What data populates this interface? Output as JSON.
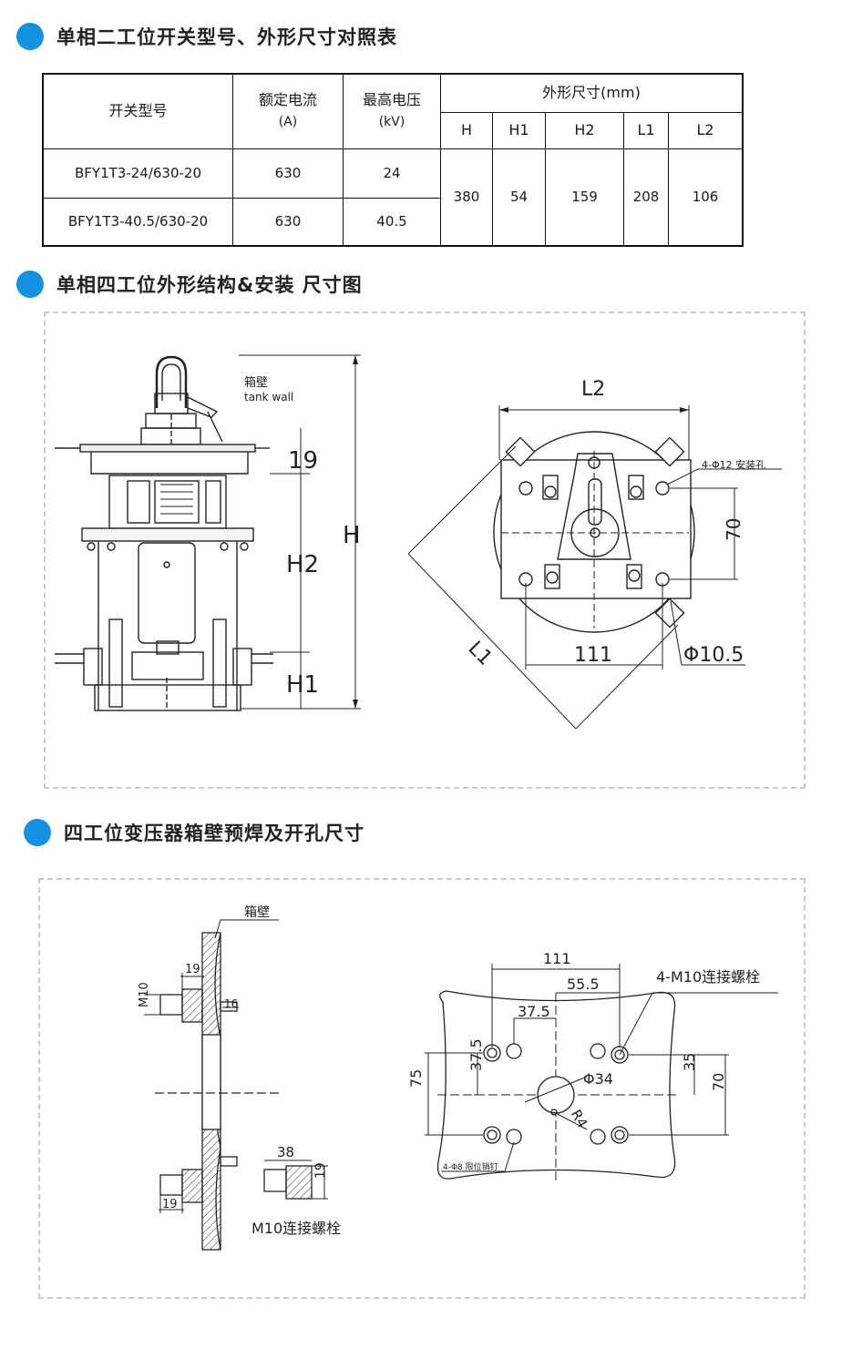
{
  "sections": {
    "s1": "单相二工位开关型号、外形尺寸对照表",
    "s2": "单相四工位外形结构&安装 尺寸图",
    "s3": "四工位变压器箱壁预焊及开孔尺寸"
  },
  "table": {
    "headers": {
      "model": "开关型号",
      "current": "额定电流",
      "current_unit": "(A)",
      "voltage": "最高电压",
      "voltage_unit": "(kV)",
      "dims": "外形尺寸(mm)",
      "H": "H",
      "H1": "H1",
      "H2": "H2",
      "L1": "L1",
      "L2": "L2"
    },
    "rows": [
      {
        "model": "BFY1T3-24/630-20",
        "current": "630",
        "voltage": "24"
      },
      {
        "model": "BFY1T3-40.5/630-20",
        "current": "630",
        "voltage": "40.5"
      }
    ],
    "dims": {
      "H": "380",
      "H1": "54",
      "H2": "159",
      "L1": "208",
      "L2": "106"
    }
  },
  "diagram1": {
    "tank_wall_cn": "箱壁",
    "tank_wall_en": "tank wall",
    "dim_19": "19",
    "dim_H2": "H2",
    "dim_H": "H",
    "dim_H1": "H1",
    "dim_L2": "L2",
    "dim_L1": "L1",
    "hole_note": "4-Φ12 安装孔",
    "dim_70": "70",
    "dim_111": "111",
    "dim_105": "Φ10.5"
  },
  "diagram2": {
    "tank_wall": "箱壁",
    "dim_19a": "19",
    "dim_M10": "M10",
    "dim_16": "16",
    "dim_38": "38",
    "dim_19b": "19",
    "dim_19c": "19",
    "bolt_label": "M10连接螺栓",
    "dim_111": "111",
    "dim_555": "55.5",
    "dim_375a": "37.5",
    "dim_375b": "37.5",
    "bolt_note": "4-M10连接螺栓",
    "dim_phi34": "Φ34",
    "dim_R4": "R4",
    "dim_35": "35",
    "dim_70": "70",
    "dim_75": "75",
    "pin_note": "4-Φ8 限位销钉"
  }
}
